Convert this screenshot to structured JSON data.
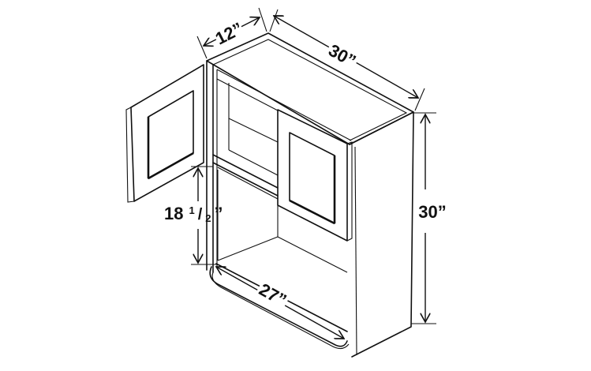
{
  "diagram": {
    "subject": "Wall microwave cabinet with two doors (left door open)",
    "dimensions": {
      "depth": "12”",
      "width": "30”",
      "height": "30”",
      "opening_height_whole": "18",
      "opening_height_fraction_num": "1",
      "opening_height_fraction_den": "2",
      "opening_height_unit": "”",
      "shelf_width": "27”"
    },
    "colors": {
      "line": "#111111",
      "background": "#ffffff"
    }
  }
}
